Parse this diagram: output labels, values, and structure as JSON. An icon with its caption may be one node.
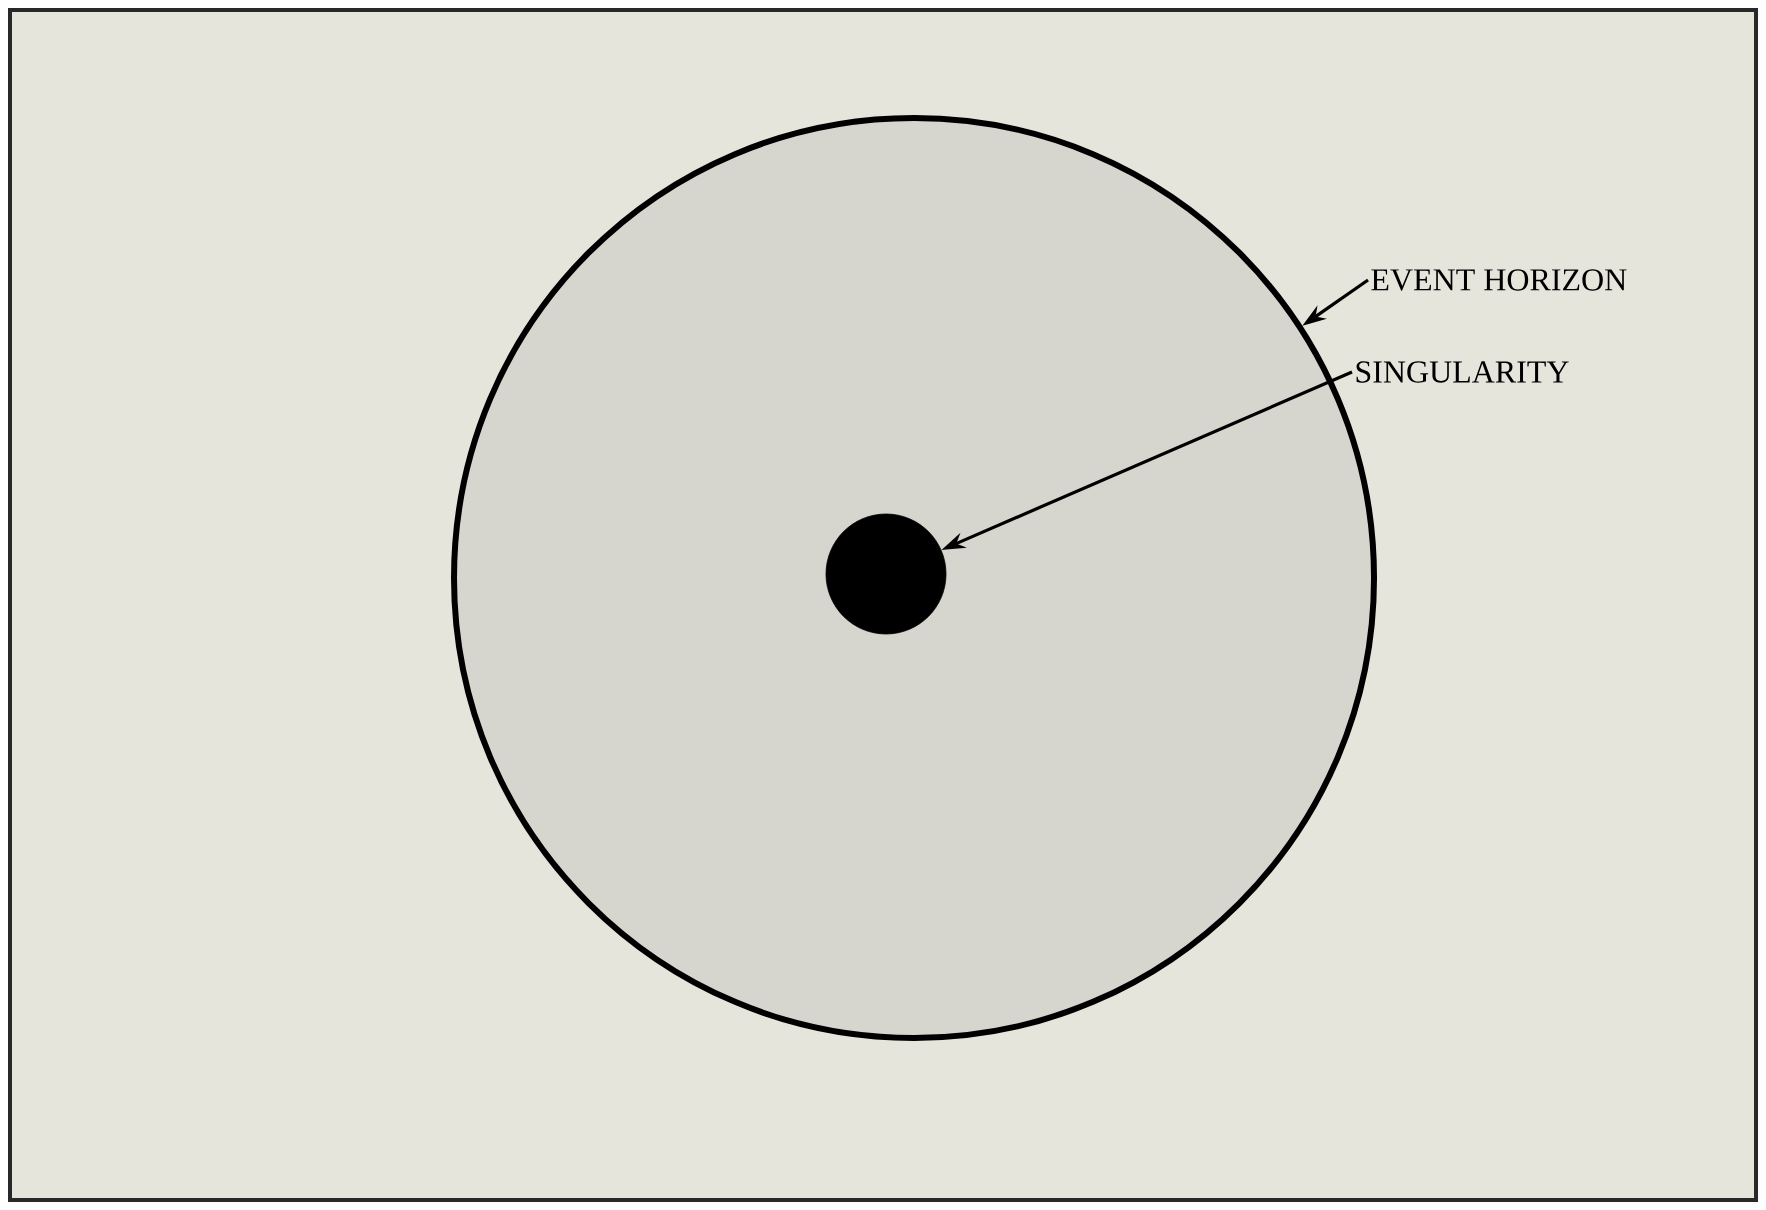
{
  "diagram": {
    "nodes": [
      {
        "text": [],
        "shape": "circle"
      },
      {
        "text": [],
        "shape": "circle",
        "in": 0
      },
      {
        "text": [
          "EVENT HORIZON"
        ]
      },
      {
        "text": [
          "SINGULARITY"
        ]
      }
    ],
    "edges": [
      {
        "from": 2,
        "to": 0,
        "arrow": "to"
      },
      {
        "from": 3,
        "to": 1,
        "arrow": "to"
      }
    ]
  }
}
